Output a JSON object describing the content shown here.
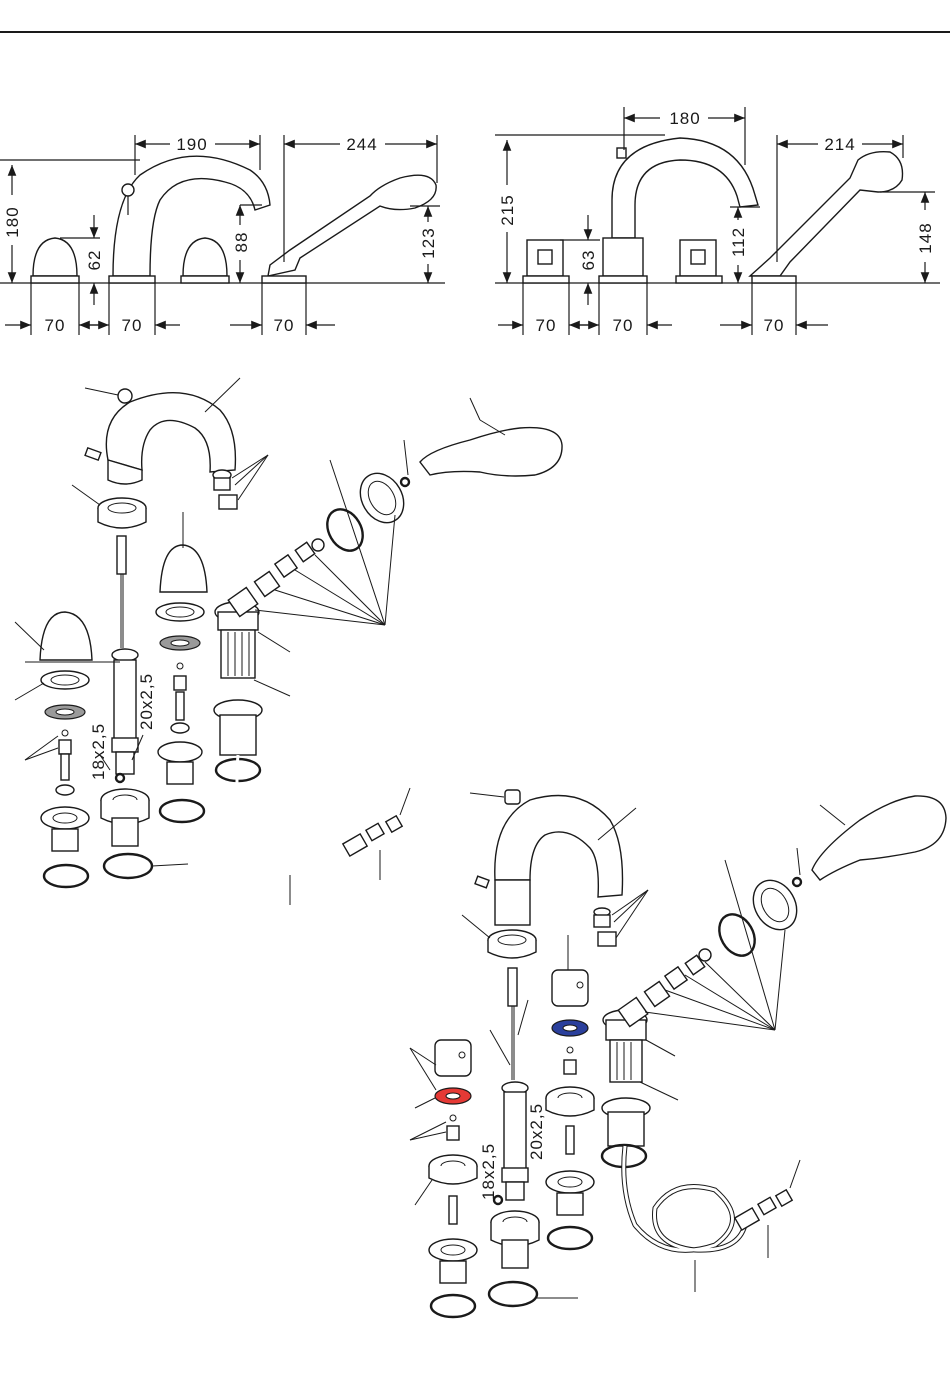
{
  "dimensions_set_a": {
    "width_190": "190",
    "width_244": "244",
    "height_180": "180",
    "height_62": "62",
    "height_88": "88",
    "height_123": "123",
    "spacing_1": "70",
    "spacing_2": "70",
    "spacing_3": "70"
  },
  "dimensions_set_b": {
    "width_180": "180",
    "width_214": "214",
    "height_215": "215",
    "height_63": "63",
    "height_112": "112",
    "height_148": "148",
    "spacing_1": "70",
    "spacing_2": "70",
    "spacing_3": "70"
  },
  "exploded_a": {
    "oring_large": "20x2,5",
    "oring_small": "18x2,5"
  },
  "exploded_b": {
    "oring_large": "20x2,5",
    "oring_small": "18x2,5"
  },
  "colors": {
    "hot_marker": "#e53935",
    "cold_marker": "#2a3f9c",
    "line": "#1a1a1a"
  }
}
